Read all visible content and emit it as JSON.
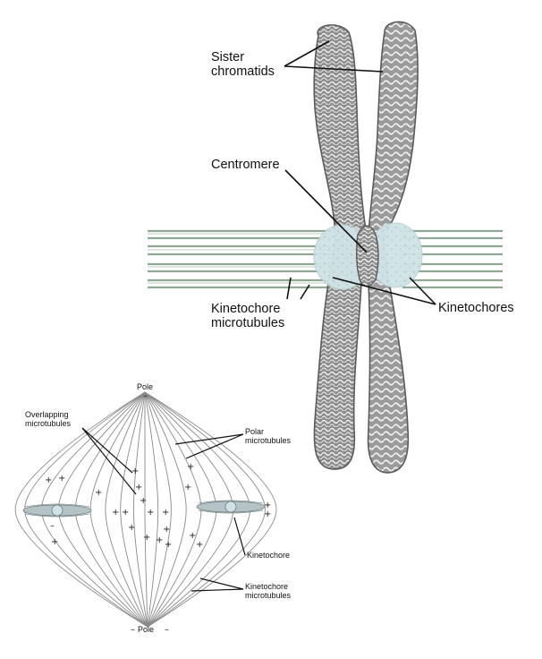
{
  "upper_diagram": {
    "labels": {
      "sister_chromatids": "Sister\nchromatids",
      "centromere": "Centromere",
      "kinetochore_microtubules": "Kinetochore\nmicrotubules",
      "kinetochores": "Kinetochores"
    },
    "colors": {
      "chromatid_fill": "#9a9a9a",
      "chromatid_coil": "#e6e6e6",
      "chromatid_outline": "#5a5a5a",
      "kinetochore_fill": "#cfe3e6",
      "microtubule": "#8fa894"
    }
  },
  "lower_diagram": {
    "labels": {
      "pole_top": "Pole",
      "pole_bottom": "Pole",
      "overlapping_microtubules": "Overlapping\nmicrotubules",
      "polar_microtubules": "Polar\nmicrotubules",
      "kinetochore": "Kinetochore",
      "kinetochore_microtubules": "Kinetochore\nmicrotubules"
    },
    "signs": {
      "plus": "+",
      "minus": "–"
    },
    "colors": {
      "spindle_line": "#8a8a8a",
      "chromosome_fill": "#b5c3c6"
    }
  }
}
